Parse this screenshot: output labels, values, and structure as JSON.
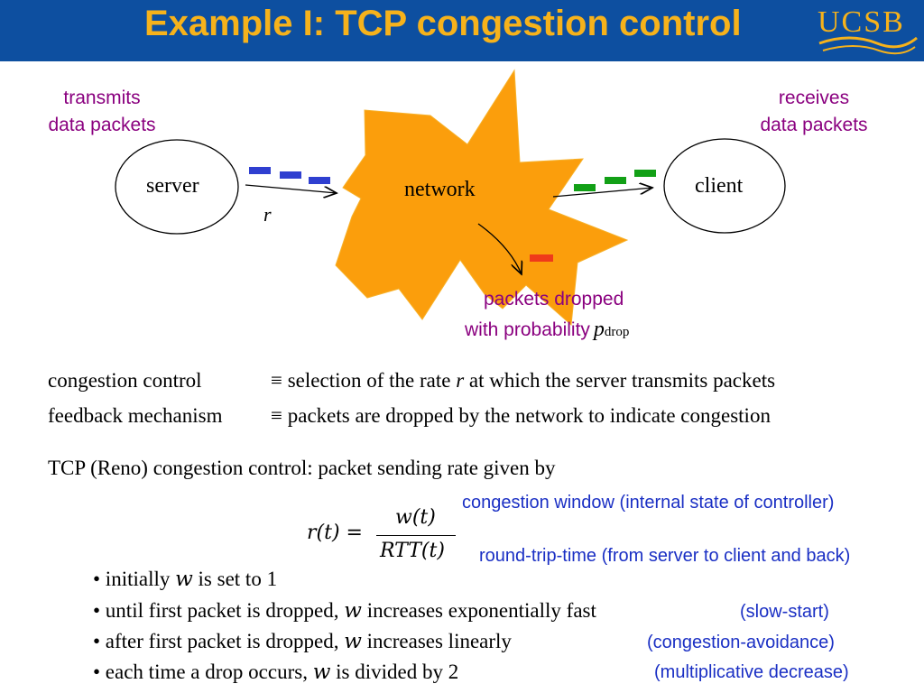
{
  "header": {
    "title": "Example I: TCP congestion control",
    "logo_text": "UCSB"
  },
  "diagram": {
    "server_caption": [
      "transmits",
      "data packets"
    ],
    "client_caption": [
      "receives",
      "data packets"
    ],
    "server_label": "server",
    "client_label": "client",
    "network_label": "network",
    "rate_label": "r",
    "drop_caption_line1": "packets dropped",
    "drop_caption_line2": "with probability",
    "drop_symbol": "p",
    "drop_subscript": "drop",
    "colors": {
      "star_fill": "#fb9e0c",
      "sent_packets": "#2f3fd0",
      "received_packets": "#12a016",
      "dropped_packet": "#ef3a1a"
    }
  },
  "definitions": [
    {
      "term": "congestion control",
      "symbol": "≡",
      "pre": "selection of the rate ",
      "var": "r",
      "post": " at which the server transmits packets"
    },
    {
      "term": "feedback mechanism",
      "symbol": "≡",
      "pre": "packets are dropped by the network to indicate congestion",
      "var": "",
      "post": ""
    }
  ],
  "tcp_intro": "TCP (Reno) congestion control: packet sending rate given by",
  "formula": {
    "lhs": "r(t) =",
    "numerator": "w(t)",
    "denominator": "RTT(t)",
    "numerator_note": "congestion window (internal state of controller)",
    "denominator_note": "round-trip-time (from server to client and back)"
  },
  "bullets": [
    {
      "pre": "• initially ",
      "var": "w",
      "post": " is set to 1",
      "note": ""
    },
    {
      "pre": "• until first packet is dropped, ",
      "var": "w",
      "post": " increases exponentially fast",
      "note": "(slow-start)"
    },
    {
      "pre": "• after first packet is dropped, ",
      "var": "w",
      "post": " increases linearly",
      "note": "(congestion-avoidance)"
    },
    {
      "pre": "• each time a drop occurs, ",
      "var": "w",
      "post": " is divided by 2",
      "note": "(multiplicative decrease)"
    }
  ]
}
